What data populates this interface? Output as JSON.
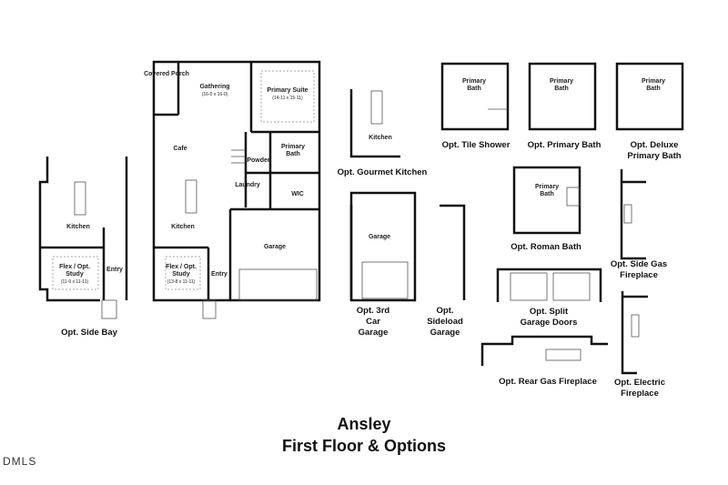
{
  "title": {
    "plan_name": "Ansley",
    "subtitle": "First Floor & Options"
  },
  "logo": "DMLS",
  "main_plan": {
    "rooms": [
      {
        "name": "Covered Porch"
      },
      {
        "name": "Gathering",
        "dims": "(16-0 x 16-0)"
      },
      {
        "name": "Primary Suite",
        "dims": "(14-11 x 15-11)"
      },
      {
        "name": "Cafe"
      },
      {
        "name": "Primary Bath"
      },
      {
        "name": "Powder"
      },
      {
        "name": "Laundry"
      },
      {
        "name": "WIC"
      },
      {
        "name": "Kitchen"
      },
      {
        "name": "Garage"
      },
      {
        "name": "Flex / Opt. Study",
        "dims": "(13-8 x 11-11)"
      },
      {
        "name": "Entry"
      }
    ]
  },
  "side_bay": {
    "caption": "Opt. Side Bay",
    "rooms": [
      {
        "name": "Kitchen"
      },
      {
        "name": "Flex / Opt. Study",
        "dims": "(11-9 x 11-11)"
      },
      {
        "name": "Entry"
      }
    ]
  },
  "options": [
    {
      "caption": "Opt. Gourmet Kitchen",
      "room": "Kitchen"
    },
    {
      "caption": "Opt. Tile Shower",
      "room": "Primary Bath"
    },
    {
      "caption": "Opt. Primary Bath",
      "room": "Primary Bath"
    },
    {
      "caption": "Opt. Deluxe Primary Bath",
      "room": "Primary Bath"
    },
    {
      "caption": "Opt. Roman Bath",
      "room": "Primary Bath"
    },
    {
      "caption": "Opt. Side Gas Fireplace"
    },
    {
      "caption": "Opt. 3rd Car Garage",
      "room": "Garage"
    },
    {
      "caption": "Opt. Sideload Garage"
    },
    {
      "caption": "Opt. Split Garage Doors"
    },
    {
      "caption": "Opt. Rear Gas Fireplace"
    },
    {
      "caption": "Opt. Electric Fireplace"
    }
  ]
}
